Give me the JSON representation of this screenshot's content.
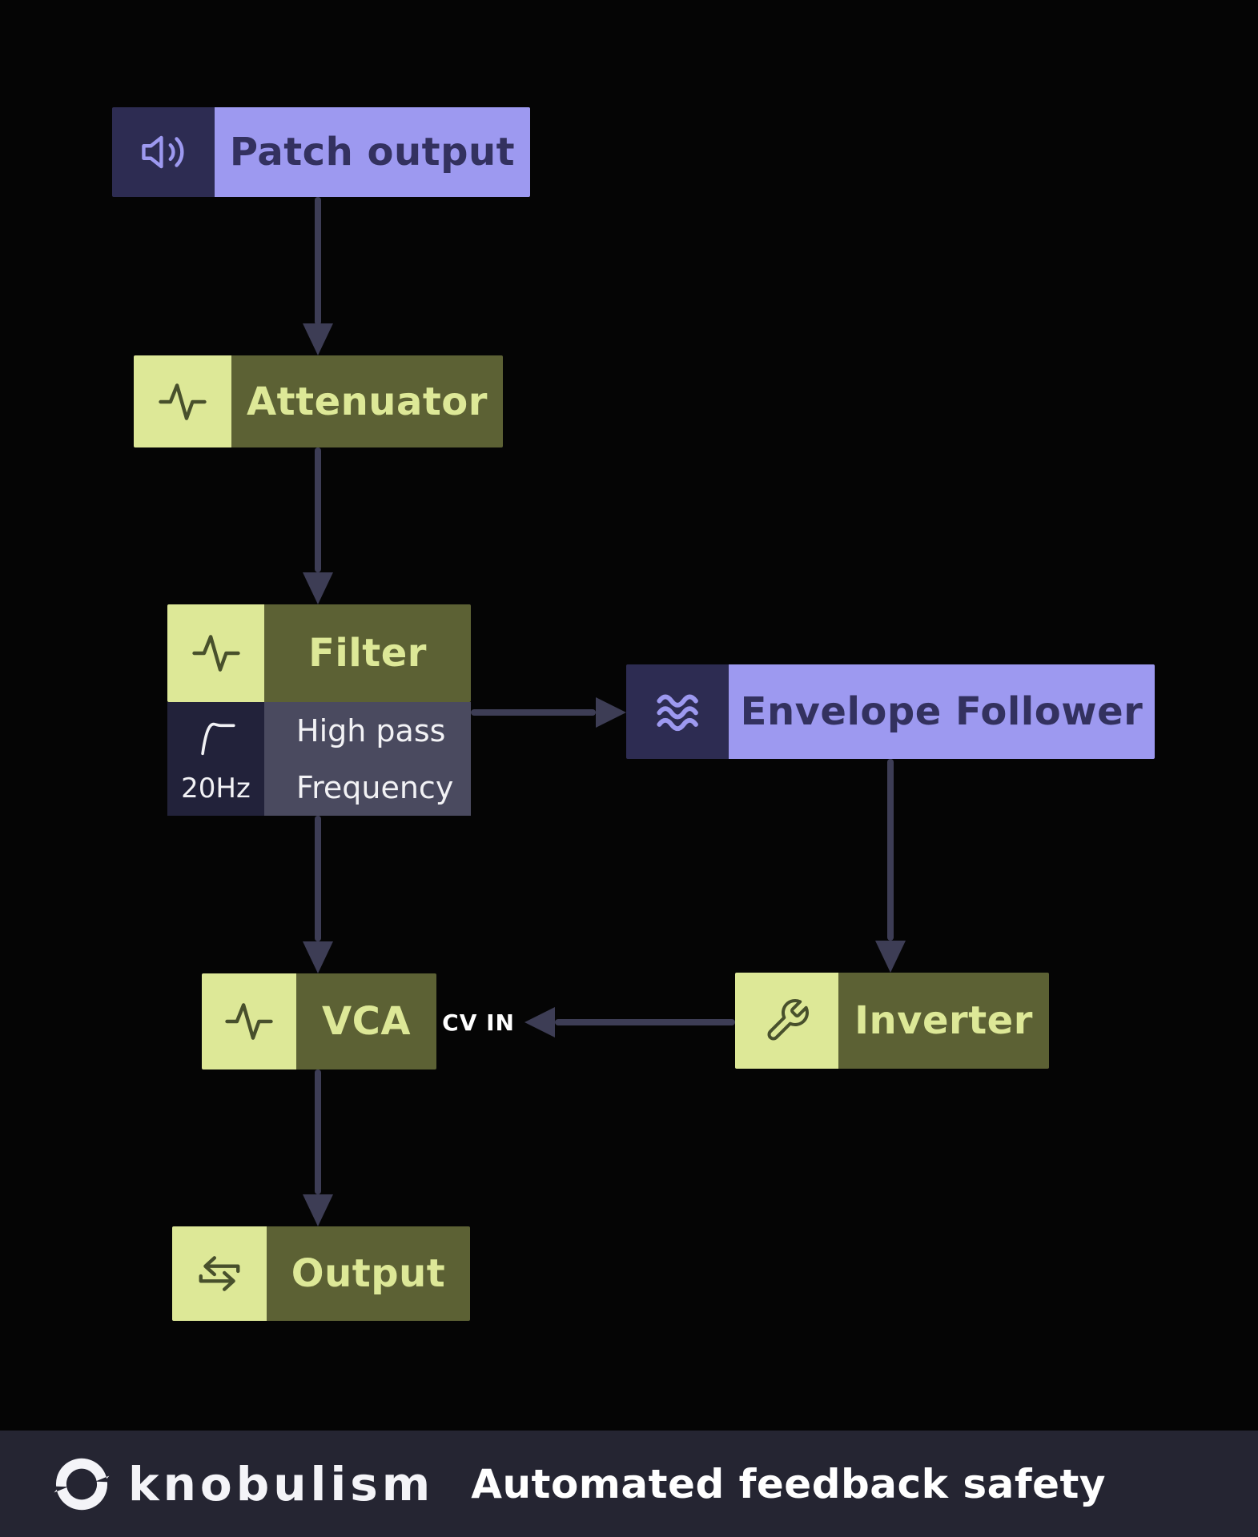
{
  "palette": {
    "background": "#050505",
    "purple": "#9d99f0",
    "navy": "#2d2c52",
    "yellow_green": "#dde897",
    "olive": "#5c6134",
    "detail_dark": "#22223a",
    "detail_slate": "#4a4a5f",
    "arrow": "#3d3d55",
    "footer_bg": "#252532",
    "white": "#ffffff"
  },
  "diagram": {
    "nodes": [
      {
        "id": "patch-output",
        "label": "Patch output",
        "icon": "speaker-icon",
        "theme": "purple"
      },
      {
        "id": "attenuator",
        "label": "Attenuator",
        "icon": "activity-icon",
        "theme": "green"
      },
      {
        "id": "filter",
        "label": "Filter",
        "icon": "activity-icon",
        "theme": "green",
        "details": {
          "icon": "highpass-curve-icon",
          "value": "20Hz",
          "rows": [
            "High pass",
            "Frequency"
          ]
        }
      },
      {
        "id": "envelope-follower",
        "label": "Envelope Follower",
        "icon": "waves-icon",
        "theme": "purple"
      },
      {
        "id": "vca",
        "label": "VCA",
        "icon": "activity-icon",
        "theme": "green"
      },
      {
        "id": "inverter",
        "label": "Inverter",
        "icon": "wrench-icon",
        "theme": "green"
      },
      {
        "id": "output",
        "label": "Output",
        "icon": "transfer-icon",
        "theme": "green"
      }
    ],
    "annotations": {
      "cv_in": "CV IN"
    },
    "connections": [
      "patch-output -> attenuator",
      "attenuator -> filter",
      "filter -> envelope-follower",
      "filter -> vca",
      "envelope-follower -> inverter",
      "inverter -> vca (CV IN)",
      "vca -> output"
    ]
  },
  "footer": {
    "brand": "knobulism",
    "tagline": "Automated feedback safety"
  }
}
